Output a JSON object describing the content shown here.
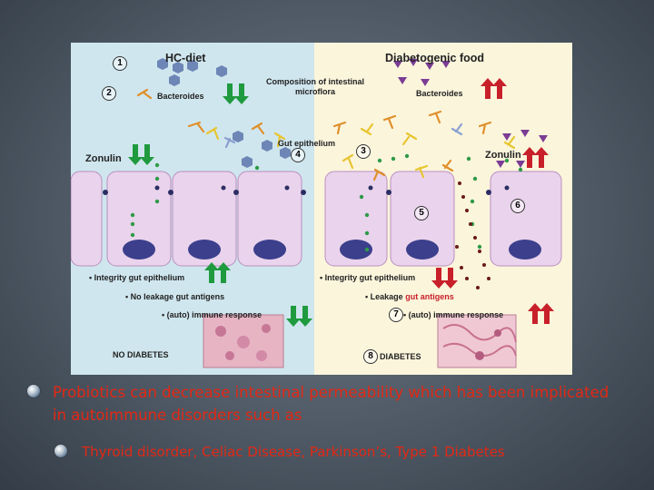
{
  "figure": {
    "left_panel": {
      "title": "HC-diet",
      "bacteroides": "Bacteroides",
      "zonulin": "Zonulin",
      "bullets": [
        "• Integrity gut epithelium",
        "• No leakage gut antigens",
        "• (auto) immune response"
      ],
      "outcome": "NO DIABETES"
    },
    "center": {
      "composition": "Composition of intestinal microflora",
      "gut_epithelium": "Gut epithelium"
    },
    "right_panel": {
      "title": "Diabetogenic food",
      "bacteroides": "Bacteroides",
      "zonulin": "Zonulin",
      "bullet_integrity": "• Integrity gut epithelium",
      "bullet_leakage_prefix": "• Leakage",
      "bullet_leakage_highlight": "gut antigens",
      "bullet_immune": "• (auto) immune response",
      "outcome": "DIABETES"
    },
    "step_numbers": [
      "1",
      "2",
      "3",
      "4",
      "5",
      "6",
      "7",
      "8"
    ],
    "colors": {
      "left_bg": "#cfe6ee",
      "right_bg": "#fbf5dc",
      "arrow_down_green": "#1f9a3e",
      "arrow_up_red": "#c8202a",
      "cell_fill": "#ead3ec",
      "nucleus": "#3b3f8c"
    }
  },
  "bullets": {
    "main": "Probiotics can decrease intestinal permeability which has been implicated in autoimmune disorders such as",
    "sub": "Thyroid disorder, Celiac Disease, Parkinson’s, Type 1 Diabetes"
  }
}
